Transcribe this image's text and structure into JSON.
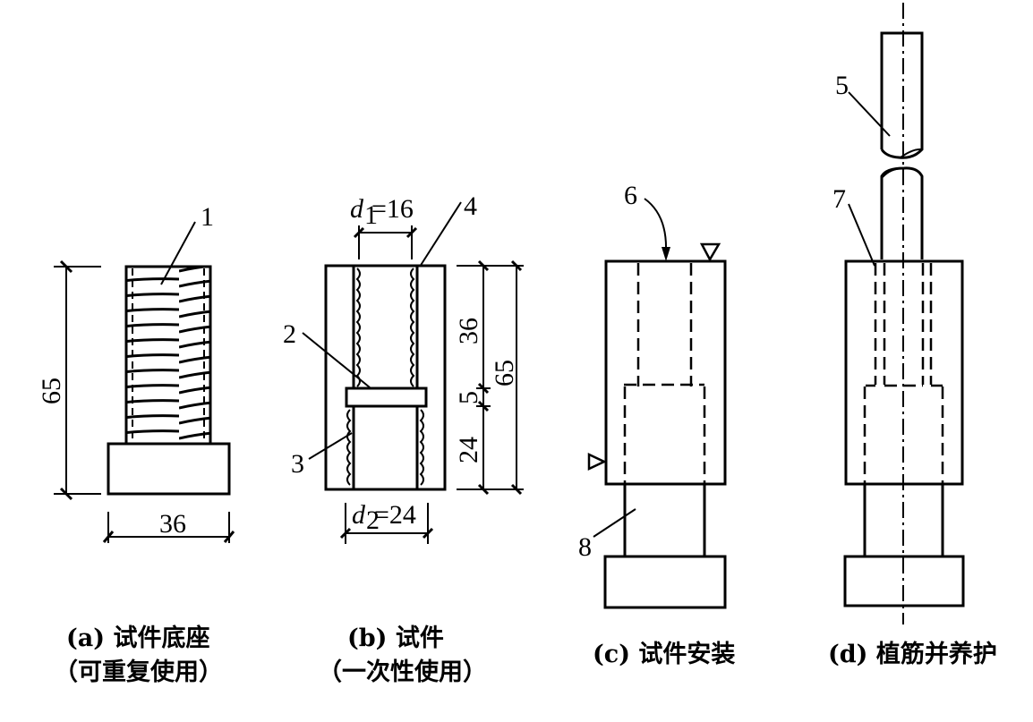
{
  "panels": {
    "a": {
      "caption_line1": "(a) 试件底座",
      "caption_line2": "（可重复使用）",
      "callout": "1",
      "dim_height": "65",
      "dim_width": "36"
    },
    "b": {
      "caption_line1": "(b) 试件",
      "caption_line2": "（一次性使用）",
      "callouts": [
        "2",
        "3",
        "4"
      ],
      "dim_d1_sym": "d",
      "dim_d1_sub": "1",
      "dim_d1_val": "=16",
      "dim_d2_sym": "d",
      "dim_d2_sub": "2",
      "dim_d2_val": "=24",
      "dim_upper": "36",
      "dim_mid": "5",
      "dim_lower": "24",
      "dim_total": "65"
    },
    "c": {
      "caption_line1": "(c) 试件安装",
      "callouts": [
        "6",
        "8"
      ]
    },
    "d": {
      "caption_line1": "(d) 植筋并养护",
      "callouts": [
        "5",
        "7"
      ]
    }
  }
}
